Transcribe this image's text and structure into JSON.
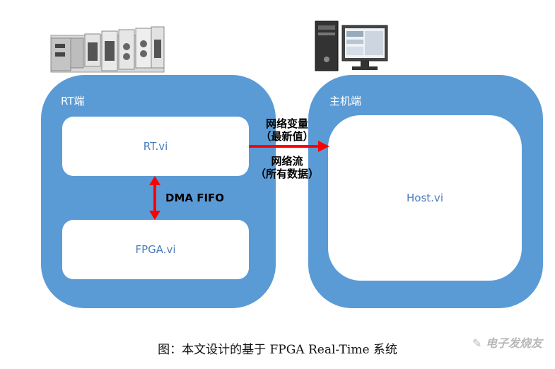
{
  "rt_panel": {
    "title": "RT端"
  },
  "host_panel": {
    "title": "主机端"
  },
  "boxes": {
    "rt_vi": "RT.vi",
    "fpga_vi": "FPGA.vi",
    "host_vi": "Host.vi"
  },
  "arrows": {
    "rt_to_host_top_line1": "网络变量",
    "rt_to_host_top_line2": "（最新值）",
    "rt_to_host_bottom_line1": "网络流",
    "rt_to_host_bottom_line2": "（所有数据）",
    "rt_fpga": "DMA FIFO"
  },
  "caption": "图：本文设计的基于 FPGA Real-Time 系统",
  "watermark": "电子发烧友",
  "colors": {
    "panel": "#5b9bd5",
    "box_text": "#4a7db8",
    "arrow": "#ff0000"
  },
  "icons": [
    "compactrio-hardware-icon",
    "desktop-computer-icon",
    "watermark-logo-icon"
  ]
}
